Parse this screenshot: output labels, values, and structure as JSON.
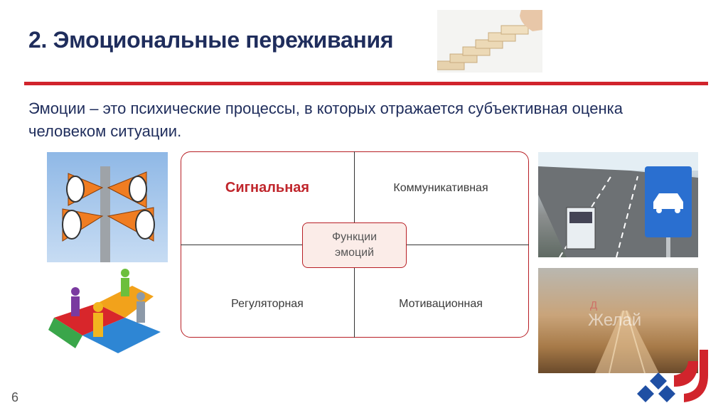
{
  "slide": {
    "title": "2. Эмоциональные переживания",
    "definition": "Эмоции – это психические процессы, в которых отражается субъективная оценка человеком ситуации.",
    "page_number": "6"
  },
  "functions_diagram": {
    "center": "Функции эмоций",
    "cells": {
      "top_left": "Сигнальная",
      "top_right": "Коммуникативная",
      "bottom_left": "Регуляторная",
      "bottom_right": "Мотивационная"
    }
  },
  "images": {
    "desert_overlay_small": "Д",
    "desert_overlay_word": "Желай"
  },
  "colors": {
    "accent_red": "#d1242c",
    "title_navy": "#1f2d5c",
    "logo_blue": "#1f4fa3"
  }
}
